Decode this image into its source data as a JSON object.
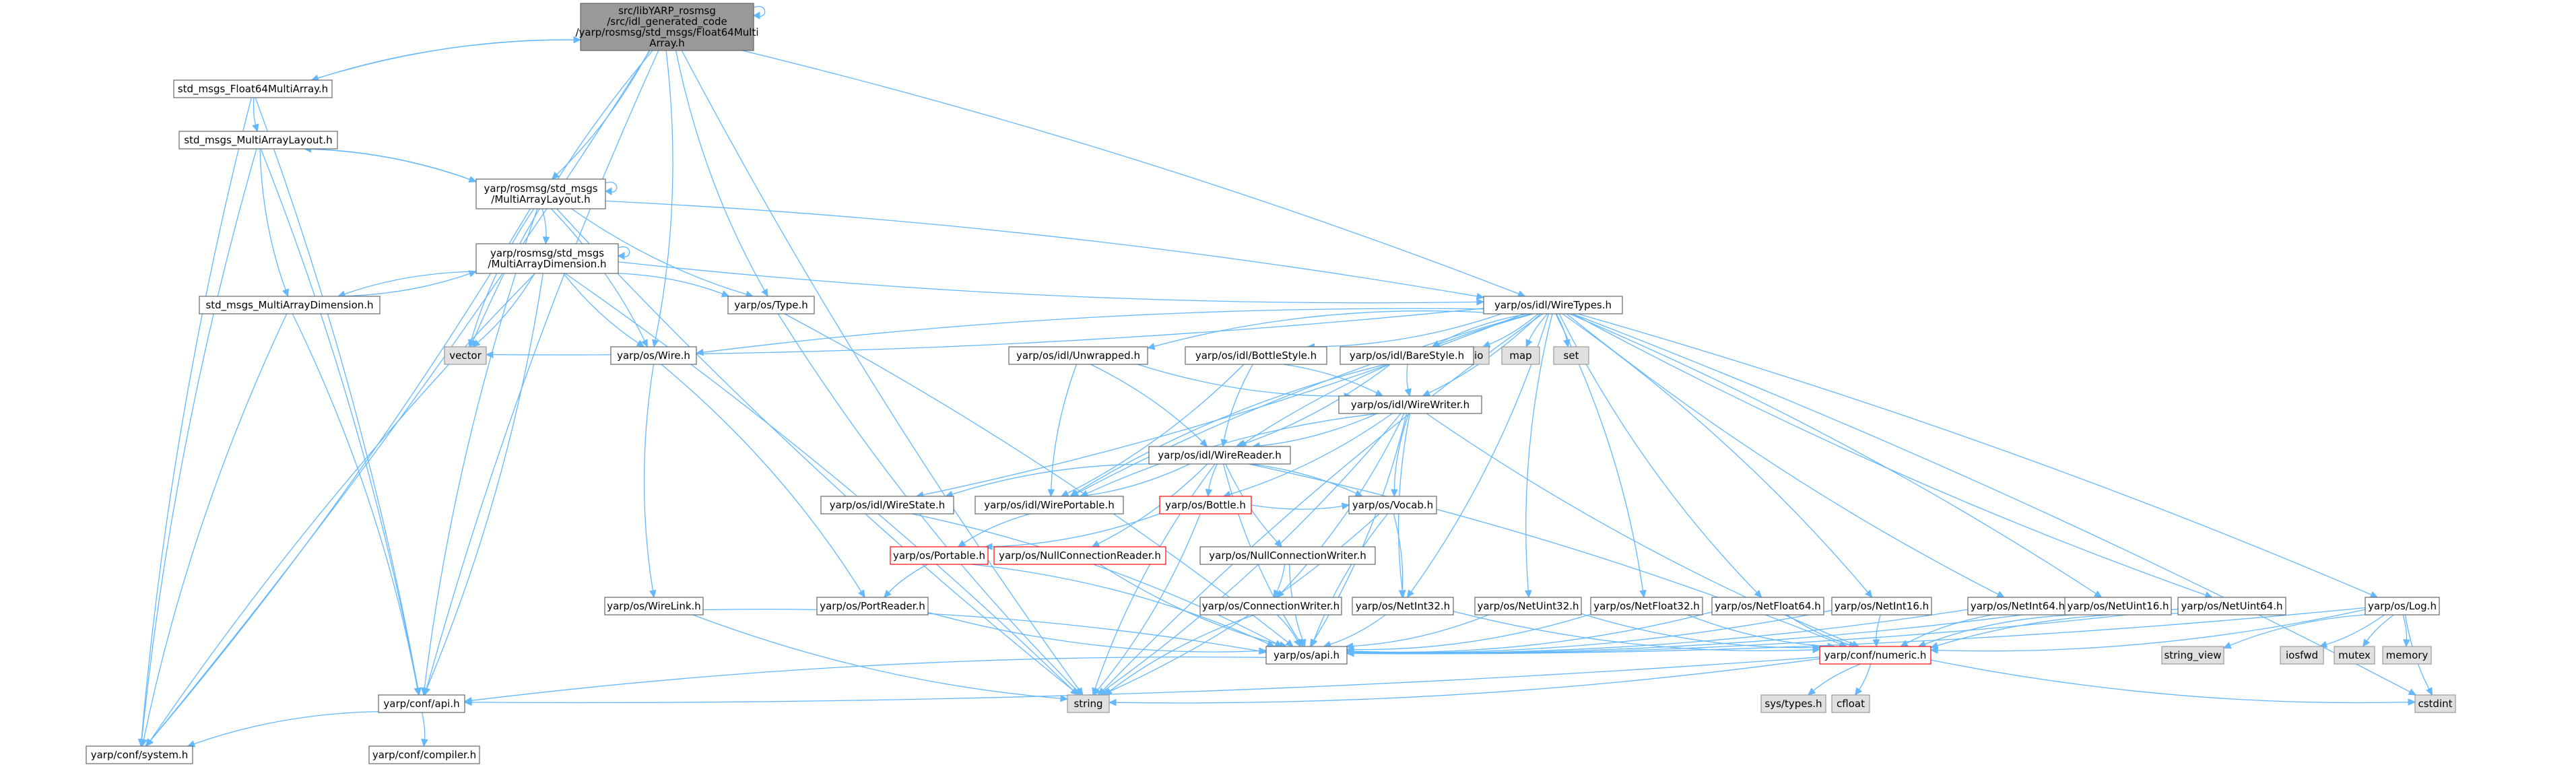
{
  "colors": {
    "edge": "#63B8FF",
    "node_border": "#666666",
    "focus_fill": "#999999",
    "external_fill": "#E0E0E0",
    "truncated_border": "#FF0000",
    "text": "#000000"
  },
  "nodes": [
    {
      "id": "root",
      "lines": [
        "src/libYARP_rosmsg",
        "/src/idl_generated_code",
        "/yarp/rosmsg/std_msgs/Float64Multi",
        "Array.h"
      ],
      "style": "focus"
    },
    {
      "id": "std_msgs_Float64MultiArray_h",
      "lines": [
        "std_msgs_Float64MultiArray.h"
      ],
      "style": "normal"
    },
    {
      "id": "std_msgs_MultiArrayLayout_h",
      "lines": [
        "std_msgs_MultiArrayLayout.h"
      ],
      "style": "normal"
    },
    {
      "id": "rosmsg_MultiArrayLayout_h",
      "lines": [
        "yarp/rosmsg/std_msgs",
        "/MultiArrayLayout.h"
      ],
      "style": "normal"
    },
    {
      "id": "rosmsg_MultiArrayDimension_h",
      "lines": [
        "yarp/rosmsg/std_msgs",
        "/MultiArrayDimension.h"
      ],
      "style": "normal"
    },
    {
      "id": "std_msgs_MultiArrayDimension_h",
      "lines": [
        "std_msgs_MultiArrayDimension.h"
      ],
      "style": "normal"
    },
    {
      "id": "yarp_os_Type_h",
      "lines": [
        "yarp/os/Type.h"
      ],
      "style": "normal"
    },
    {
      "id": "yarp_os_idl_WireTypes_h",
      "lines": [
        "yarp/os/idl/WireTypes.h"
      ],
      "style": "normal"
    },
    {
      "id": "vector",
      "lines": [
        "vector"
      ],
      "style": "external"
    },
    {
      "id": "yarp_os_Wire_h",
      "lines": [
        "yarp/os/Wire.h"
      ],
      "style": "normal"
    },
    {
      "id": "cstdio",
      "lines": [
        "cstdio"
      ],
      "style": "external"
    },
    {
      "id": "map",
      "lines": [
        "map"
      ],
      "style": "external"
    },
    {
      "id": "set",
      "lines": [
        "set"
      ],
      "style": "external"
    },
    {
      "id": "yarp_os_idl_Unwrapped_h",
      "lines": [
        "yarp/os/idl/Unwrapped.h"
      ],
      "style": "normal"
    },
    {
      "id": "yarp_os_idl_BottleStyle_h",
      "lines": [
        "yarp/os/idl/BottleStyle.h"
      ],
      "style": "normal"
    },
    {
      "id": "yarp_os_idl_BareStyle_h",
      "lines": [
        "yarp/os/idl/BareStyle.h"
      ],
      "style": "normal"
    },
    {
      "id": "yarp_os_idl_WireWriter_h",
      "lines": [
        "yarp/os/idl/WireWriter.h"
      ],
      "style": "normal"
    },
    {
      "id": "yarp_os_idl_WireReader_h",
      "lines": [
        "yarp/os/idl/WireReader.h"
      ],
      "style": "normal"
    },
    {
      "id": "yarp_os_idl_WireState_h",
      "lines": [
        "yarp/os/idl/WireState.h"
      ],
      "style": "normal"
    },
    {
      "id": "yarp_os_idl_WirePortable_h",
      "lines": [
        "yarp/os/idl/WirePortable.h"
      ],
      "style": "normal"
    },
    {
      "id": "yarp_os_Bottle_h",
      "lines": [
        "yarp/os/Bottle.h"
      ],
      "style": "truncated"
    },
    {
      "id": "yarp_os_Portable_h",
      "lines": [
        "yarp/os/Portable.h"
      ],
      "style": "truncated"
    },
    {
      "id": "yarp_os_NullConnectionReader_h",
      "lines": [
        "yarp/os/NullConnectionReader.h"
      ],
      "style": "truncated"
    },
    {
      "id": "yarp_os_NullConnectionWriter_h",
      "lines": [
        "yarp/os/NullConnectionWriter.h"
      ],
      "style": "normal"
    },
    {
      "id": "yarp_os_Vocab_h",
      "lines": [
        "yarp/os/Vocab.h"
      ],
      "style": "normal"
    },
    {
      "id": "yarp_os_PortReader_h",
      "lines": [
        "yarp/os/PortReader.h"
      ],
      "style": "normal"
    },
    {
      "id": "yarp_os_ConnectionWriter_h",
      "lines": [
        "yarp/os/ConnectionWriter.h"
      ],
      "style": "normal"
    },
    {
      "id": "yarp_os_NetInt32_h",
      "lines": [
        "yarp/os/NetInt32.h"
      ],
      "style": "normal"
    },
    {
      "id": "yarp_os_NetUint32_h",
      "lines": [
        "yarp/os/NetUint32.h"
      ],
      "style": "normal"
    },
    {
      "id": "yarp_os_NetFloat32_h",
      "lines": [
        "yarp/os/NetFloat32.h"
      ],
      "style": "normal"
    },
    {
      "id": "yarp_os_NetFloat64_h",
      "lines": [
        "yarp/os/NetFloat64.h"
      ],
      "style": "normal"
    },
    {
      "id": "yarp_os_NetInt16_h",
      "lines": [
        "yarp/os/NetInt16.h"
      ],
      "style": "normal"
    },
    {
      "id": "yarp_os_NetInt64_h",
      "lines": [
        "yarp/os/NetInt64.h"
      ],
      "style": "normal"
    },
    {
      "id": "yarp_os_NetUint16_h",
      "lines": [
        "yarp/os/NetUint16.h"
      ],
      "style": "normal"
    },
    {
      "id": "yarp_os_NetUint64_h",
      "lines": [
        "yarp/os/NetUint64.h"
      ],
      "style": "normal"
    },
    {
      "id": "yarp_os_Log_h",
      "lines": [
        "yarp/os/Log.h"
      ],
      "style": "normal"
    },
    {
      "id": "yarp_os_WireLink_h",
      "lines": [
        "yarp/os/WireLink.h"
      ],
      "style": "normal"
    },
    {
      "id": "yarp_os_api_h",
      "lines": [
        "yarp/os/api.h"
      ],
      "style": "normal"
    },
    {
      "id": "yarp_conf_numeric_h",
      "lines": [
        "yarp/conf/numeric.h"
      ],
      "style": "truncated"
    },
    {
      "id": "string_view",
      "lines": [
        "string_view"
      ],
      "style": "external"
    },
    {
      "id": "iosfwd",
      "lines": [
        "iosfwd"
      ],
      "style": "external"
    },
    {
      "id": "mutex",
      "lines": [
        "mutex"
      ],
      "style": "external"
    },
    {
      "id": "memory",
      "lines": [
        "memory"
      ],
      "style": "external"
    },
    {
      "id": "yarp_conf_api_h",
      "lines": [
        "yarp/conf/api.h"
      ],
      "style": "normal"
    },
    {
      "id": "string",
      "lines": [
        "string"
      ],
      "style": "external"
    },
    {
      "id": "sys_types_h",
      "lines": [
        "sys/types.h"
      ],
      "style": "external"
    },
    {
      "id": "cfloat",
      "lines": [
        "cfloat"
      ],
      "style": "external"
    },
    {
      "id": "cstdint",
      "lines": [
        "cstdint"
      ],
      "style": "external"
    },
    {
      "id": "yarp_conf_system_h",
      "lines": [
        "yarp/conf/system.h"
      ],
      "style": "normal"
    },
    {
      "id": "yarp_conf_compiler_h",
      "lines": [
        "yarp/conf/compiler.h"
      ],
      "style": "normal"
    }
  ],
  "edges": [
    [
      "root",
      "root"
    ],
    [
      "root",
      "std_msgs_Float64MultiArray_h"
    ],
    [
      "root",
      "rosmsg_MultiArrayLayout_h"
    ],
    [
      "root",
      "vector"
    ],
    [
      "root",
      "yarp_os_Wire_h"
    ],
    [
      "root",
      "yarp_os_Type_h"
    ],
    [
      "root",
      "yarp_os_idl_WireTypes_h"
    ],
    [
      "root",
      "yarp_conf_api_h"
    ],
    [
      "root",
      "yarp_conf_system_h"
    ],
    [
      "root",
      "string"
    ],
    [
      "std_msgs_Float64MultiArray_h",
      "root"
    ],
    [
      "std_msgs_Float64MultiArray_h",
      "std_msgs_MultiArrayLayout_h"
    ],
    [
      "std_msgs_Float64MultiArray_h",
      "yarp_conf_api_h"
    ],
    [
      "std_msgs_Float64MultiArray_h",
      "yarp_conf_system_h"
    ],
    [
      "std_msgs_MultiArrayLayout_h",
      "rosmsg_MultiArrayLayout_h"
    ],
    [
      "std_msgs_MultiArrayLayout_h",
      "std_msgs_MultiArrayDimension_h"
    ],
    [
      "std_msgs_MultiArrayLayout_h",
      "yarp_conf_api_h"
    ],
    [
      "std_msgs_MultiArrayLayout_h",
      "yarp_conf_system_h"
    ],
    [
      "rosmsg_MultiArrayLayout_h",
      "rosmsg_MultiArrayLayout_h"
    ],
    [
      "rosmsg_MultiArrayLayout_h",
      "std_msgs_MultiArrayLayout_h"
    ],
    [
      "rosmsg_MultiArrayLayout_h",
      "rosmsg_MultiArrayDimension_h"
    ],
    [
      "rosmsg_MultiArrayLayout_h",
      "vector"
    ],
    [
      "rosmsg_MultiArrayLayout_h",
      "yarp_os_Wire_h"
    ],
    [
      "rosmsg_MultiArrayLayout_h",
      "yarp_os_Type_h"
    ],
    [
      "rosmsg_MultiArrayLayout_h",
      "yarp_os_idl_WireTypes_h"
    ],
    [
      "rosmsg_MultiArrayLayout_h",
      "yarp_conf_api_h"
    ],
    [
      "rosmsg_MultiArrayLayout_h",
      "yarp_conf_system_h"
    ],
    [
      "rosmsg_MultiArrayLayout_h",
      "string"
    ],
    [
      "rosmsg_MultiArrayDimension_h",
      "rosmsg_MultiArrayDimension_h"
    ],
    [
      "rosmsg_MultiArrayDimension_h",
      "std_msgs_MultiArrayDimension_h"
    ],
    [
      "rosmsg_MultiArrayDimension_h",
      "vector"
    ],
    [
      "rosmsg_MultiArrayDimension_h",
      "yarp_os_Wire_h"
    ],
    [
      "rosmsg_MultiArrayDimension_h",
      "yarp_os_Type_h"
    ],
    [
      "rosmsg_MultiArrayDimension_h",
      "yarp_os_idl_WireTypes_h"
    ],
    [
      "rosmsg_MultiArrayDimension_h",
      "yarp_conf_api_h"
    ],
    [
      "rosmsg_MultiArrayDimension_h",
      "yarp_conf_system_h"
    ],
    [
      "rosmsg_MultiArrayDimension_h",
      "string"
    ],
    [
      "std_msgs_MultiArrayDimension_h",
      "rosmsg_MultiArrayDimension_h"
    ],
    [
      "std_msgs_MultiArrayDimension_h",
      "yarp_conf_api_h"
    ],
    [
      "std_msgs_MultiArrayDimension_h",
      "yarp_conf_system_h"
    ],
    [
      "yarp_os_Type_h",
      "yarp_os_api_h"
    ],
    [
      "yarp_os_Type_h",
      "string"
    ],
    [
      "yarp_os_Wire_h",
      "yarp_os_PortReader_h"
    ],
    [
      "yarp_os_Wire_h",
      "yarp_os_WireLink_h"
    ],
    [
      "yarp_os_WireLink_h",
      "yarp_os_api_h"
    ],
    [
      "yarp_os_WireLink_h",
      "string"
    ],
    [
      "yarp_os_idl_WireTypes_h",
      "vector"
    ],
    [
      "yarp_os_idl_WireTypes_h",
      "yarp_os_Wire_h"
    ],
    [
      "yarp_os_idl_WireTypes_h",
      "cstdio"
    ],
    [
      "yarp_os_idl_WireTypes_h",
      "map"
    ],
    [
      "yarp_os_idl_WireTypes_h",
      "set"
    ],
    [
      "yarp_os_idl_WireTypes_h",
      "yarp_os_idl_Unwrapped_h"
    ],
    [
      "yarp_os_idl_WireTypes_h",
      "yarp_os_idl_BottleStyle_h"
    ],
    [
      "yarp_os_idl_WireTypes_h",
      "yarp_os_idl_BareStyle_h"
    ],
    [
      "yarp_os_idl_WireTypes_h",
      "yarp_os_idl_WireWriter_h"
    ],
    [
      "yarp_os_idl_WireTypes_h",
      "yarp_os_idl_WireReader_h"
    ],
    [
      "yarp_os_idl_WireTypes_h",
      "yarp_os_idl_WireState_h"
    ],
    [
      "yarp_os_idl_WireTypes_h",
      "yarp_os_idl_WirePortable_h"
    ],
    [
      "yarp_os_idl_WireTypes_h",
      "yarp_os_NetInt32_h"
    ],
    [
      "yarp_os_idl_WireTypes_h",
      "yarp_os_NetUint32_h"
    ],
    [
      "yarp_os_idl_WireTypes_h",
      "yarp_os_NetFloat32_h"
    ],
    [
      "yarp_os_idl_WireTypes_h",
      "yarp_os_NetFloat64_h"
    ],
    [
      "yarp_os_idl_WireTypes_h",
      "yarp_os_NetInt16_h"
    ],
    [
      "yarp_os_idl_WireTypes_h",
      "yarp_os_NetInt64_h"
    ],
    [
      "yarp_os_idl_WireTypes_h",
      "yarp_os_NetUint16_h"
    ],
    [
      "yarp_os_idl_WireTypes_h",
      "yarp_os_NetUint64_h"
    ],
    [
      "yarp_os_idl_WireTypes_h",
      "yarp_os_Log_h"
    ],
    [
      "yarp_os_idl_WireTypes_h",
      "string"
    ],
    [
      "yarp_os_idl_WireTypes_h",
      "cstdint"
    ],
    [
      "yarp_os_idl_Unwrapped_h",
      "yarp_os_idl_WirePortable_h"
    ],
    [
      "yarp_os_idl_Unwrapped_h",
      "yarp_os_idl_WireReader_h"
    ],
    [
      "yarp_os_idl_Unwrapped_h",
      "yarp_os_idl_WireWriter_h"
    ],
    [
      "yarp_os_idl_BottleStyle_h",
      "yarp_os_idl_WirePortable_h"
    ],
    [
      "yarp_os_idl_BottleStyle_h",
      "yarp_os_idl_WireReader_h"
    ],
    [
      "yarp_os_idl_BottleStyle_h",
      "yarp_os_idl_WireWriter_h"
    ],
    [
      "yarp_os_idl_BareStyle_h",
      "yarp_os_idl_WirePortable_h"
    ],
    [
      "yarp_os_idl_BareStyle_h",
      "yarp_os_idl_WireReader_h"
    ],
    [
      "yarp_os_idl_BareStyle_h",
      "yarp_os_idl_WireWriter_h"
    ],
    [
      "yarp_os_idl_WireWriter_h",
      "yarp_os_idl_WireReader_h"
    ],
    [
      "yarp_os_idl_WireWriter_h",
      "yarp_os_idl_WirePortable_h"
    ],
    [
      "yarp_os_idl_WireWriter_h",
      "yarp_os_Bottle_h"
    ],
    [
      "yarp_os_idl_WireWriter_h",
      "yarp_os_Vocab_h"
    ],
    [
      "yarp_os_idl_WireWriter_h",
      "yarp_os_ConnectionWriter_h"
    ],
    [
      "yarp_os_idl_WireWriter_h",
      "yarp_os_NetInt32_h"
    ],
    [
      "yarp_os_idl_WireWriter_h",
      "yarp_os_api_h"
    ],
    [
      "yarp_os_idl_WireWriter_h",
      "yarp_conf_numeric_h"
    ],
    [
      "yarp_os_idl_WireWriter_h",
      "string"
    ],
    [
      "yarp_os_idl_WireReader_h",
      "yarp_os_idl_WireState_h"
    ],
    [
      "yarp_os_idl_WireReader_h",
      "yarp_os_idl_WirePortable_h"
    ],
    [
      "yarp_os_idl_WireReader_h",
      "yarp_os_Bottle_h"
    ],
    [
      "yarp_os_idl_WireReader_h",
      "yarp_os_NullConnectionReader_h"
    ],
    [
      "yarp_os_idl_WireReader_h",
      "yarp_os_NullConnectionWriter_h"
    ],
    [
      "yarp_os_idl_WireReader_h",
      "yarp_os_Vocab_h"
    ],
    [
      "yarp_os_idl_WireReader_h",
      "yarp_os_api_h"
    ],
    [
      "yarp_os_idl_WireReader_h",
      "yarp_conf_numeric_h"
    ],
    [
      "yarp_os_idl_WireReader_h",
      "string"
    ],
    [
      "yarp_os_idl_WireState_h",
      "yarp_os_api_h"
    ],
    [
      "yarp_os_idl_WirePortable_h",
      "yarp_os_Portable_h"
    ],
    [
      "yarp_os_Bottle_h",
      "yarp_os_Portable_h"
    ],
    [
      "yarp_os_Bottle_h",
      "yarp_os_Vocab_h"
    ],
    [
      "yarp_os_Bottle_h",
      "string"
    ],
    [
      "yarp_os_Portable_h",
      "yarp_os_PortReader_h"
    ],
    [
      "yarp_os_Portable_h",
      "yarp_os_api_h"
    ],
    [
      "yarp_os_NullConnectionReader_h",
      "yarp_os_api_h"
    ],
    [
      "yarp_os_NullConnectionWriter_h",
      "yarp_os_ConnectionWriter_h"
    ],
    [
      "yarp_os_NullConnectionWriter_h",
      "yarp_os_api_h"
    ],
    [
      "yarp_os_Vocab_h",
      "yarp_os_NetInt32_h"
    ],
    [
      "yarp_os_Vocab_h",
      "yarp_os_api_h"
    ],
    [
      "yarp_os_Vocab_h",
      "string"
    ],
    [
      "yarp_os_PortReader_h",
      "yarp_os_api_h"
    ],
    [
      "yarp_os_ConnectionWriter_h",
      "yarp_os_api_h"
    ],
    [
      "yarp_os_ConnectionWriter_h",
      "string"
    ],
    [
      "yarp_os_NetInt32_h",
      "yarp_os_api_h"
    ],
    [
      "yarp_os_NetInt32_h",
      "yarp_conf_numeric_h"
    ],
    [
      "yarp_os_NetUint32_h",
      "yarp_os_api_h"
    ],
    [
      "yarp_os_NetUint32_h",
      "yarp_conf_numeric_h"
    ],
    [
      "yarp_os_NetFloat32_h",
      "yarp_os_api_h"
    ],
    [
      "yarp_os_NetFloat32_h",
      "yarp_conf_numeric_h"
    ],
    [
      "yarp_os_NetFloat64_h",
      "yarp_os_api_h"
    ],
    [
      "yarp_os_NetFloat64_h",
      "yarp_conf_numeric_h"
    ],
    [
      "yarp_os_NetInt16_h",
      "yarp_os_api_h"
    ],
    [
      "yarp_os_NetInt16_h",
      "yarp_conf_numeric_h"
    ],
    [
      "yarp_os_NetInt64_h",
      "yarp_os_api_h"
    ],
    [
      "yarp_os_NetInt64_h",
      "yarp_conf_numeric_h"
    ],
    [
      "yarp_os_NetUint16_h",
      "yarp_os_api_h"
    ],
    [
      "yarp_os_NetUint16_h",
      "yarp_conf_numeric_h"
    ],
    [
      "yarp_os_NetUint64_h",
      "yarp_os_api_h"
    ],
    [
      "yarp_os_NetUint64_h",
      "yarp_conf_numeric_h"
    ],
    [
      "yarp_os_Log_h",
      "yarp_os_api_h"
    ],
    [
      "yarp_os_Log_h",
      "string_view"
    ],
    [
      "yarp_os_Log_h",
      "iosfwd"
    ],
    [
      "yarp_os_Log_h",
      "mutex"
    ],
    [
      "yarp_os_Log_h",
      "memory"
    ],
    [
      "yarp_os_Log_h",
      "cstdint"
    ],
    [
      "yarp_os_Log_h",
      "yarp_conf_numeric_h"
    ],
    [
      "yarp_os_api_h",
      "yarp_conf_api_h"
    ],
    [
      "yarp_conf_numeric_h",
      "yarp_conf_api_h"
    ],
    [
      "yarp_conf_numeric_h",
      "sys_types_h"
    ],
    [
      "yarp_conf_numeric_h",
      "cfloat"
    ],
    [
      "yarp_conf_numeric_h",
      "cstdint"
    ],
    [
      "yarp_conf_numeric_h",
      "string"
    ],
    [
      "yarp_conf_api_h",
      "yarp_conf_system_h"
    ],
    [
      "yarp_conf_api_h",
      "yarp_conf_compiler_h"
    ]
  ]
}
